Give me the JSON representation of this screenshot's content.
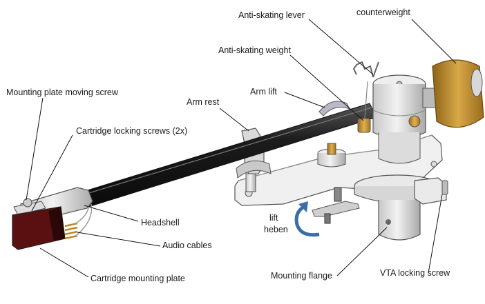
{
  "labels": {
    "anti_skating_lever": "Anti-skating lever",
    "counterweight": "counterweight",
    "anti_skating_weight": "Anti-skating weight",
    "mounting_plate_moving_screw": "Mounting plate moving screw",
    "arm_lift": "Arm lift",
    "arm_rest": "Arm rest",
    "cartridge_locking_screws": "Cartridge locking screws (2x)",
    "headshell": "Headshell",
    "audio_cables": "Audio cables",
    "lift_heben_1": "lift",
    "lift_heben_2": "heben",
    "cartridge_mounting_plate": "Cartridge mounting plate",
    "mounting_flange": "Mounting flange",
    "vta_locking_screw": "VTA locking screw"
  },
  "colors": {
    "arm_tube": "#1c1c1c",
    "metal_light": "#e6e6e6",
    "metal_mid": "#bdbdbd",
    "counterweight": "#b8862a",
    "brass": "#c9942e",
    "cartridge": "#5a1010",
    "lift_arrow": "#3a6ea8",
    "leader": "#111111"
  },
  "icons": [
    "lift-direction-arrow-icon"
  ]
}
